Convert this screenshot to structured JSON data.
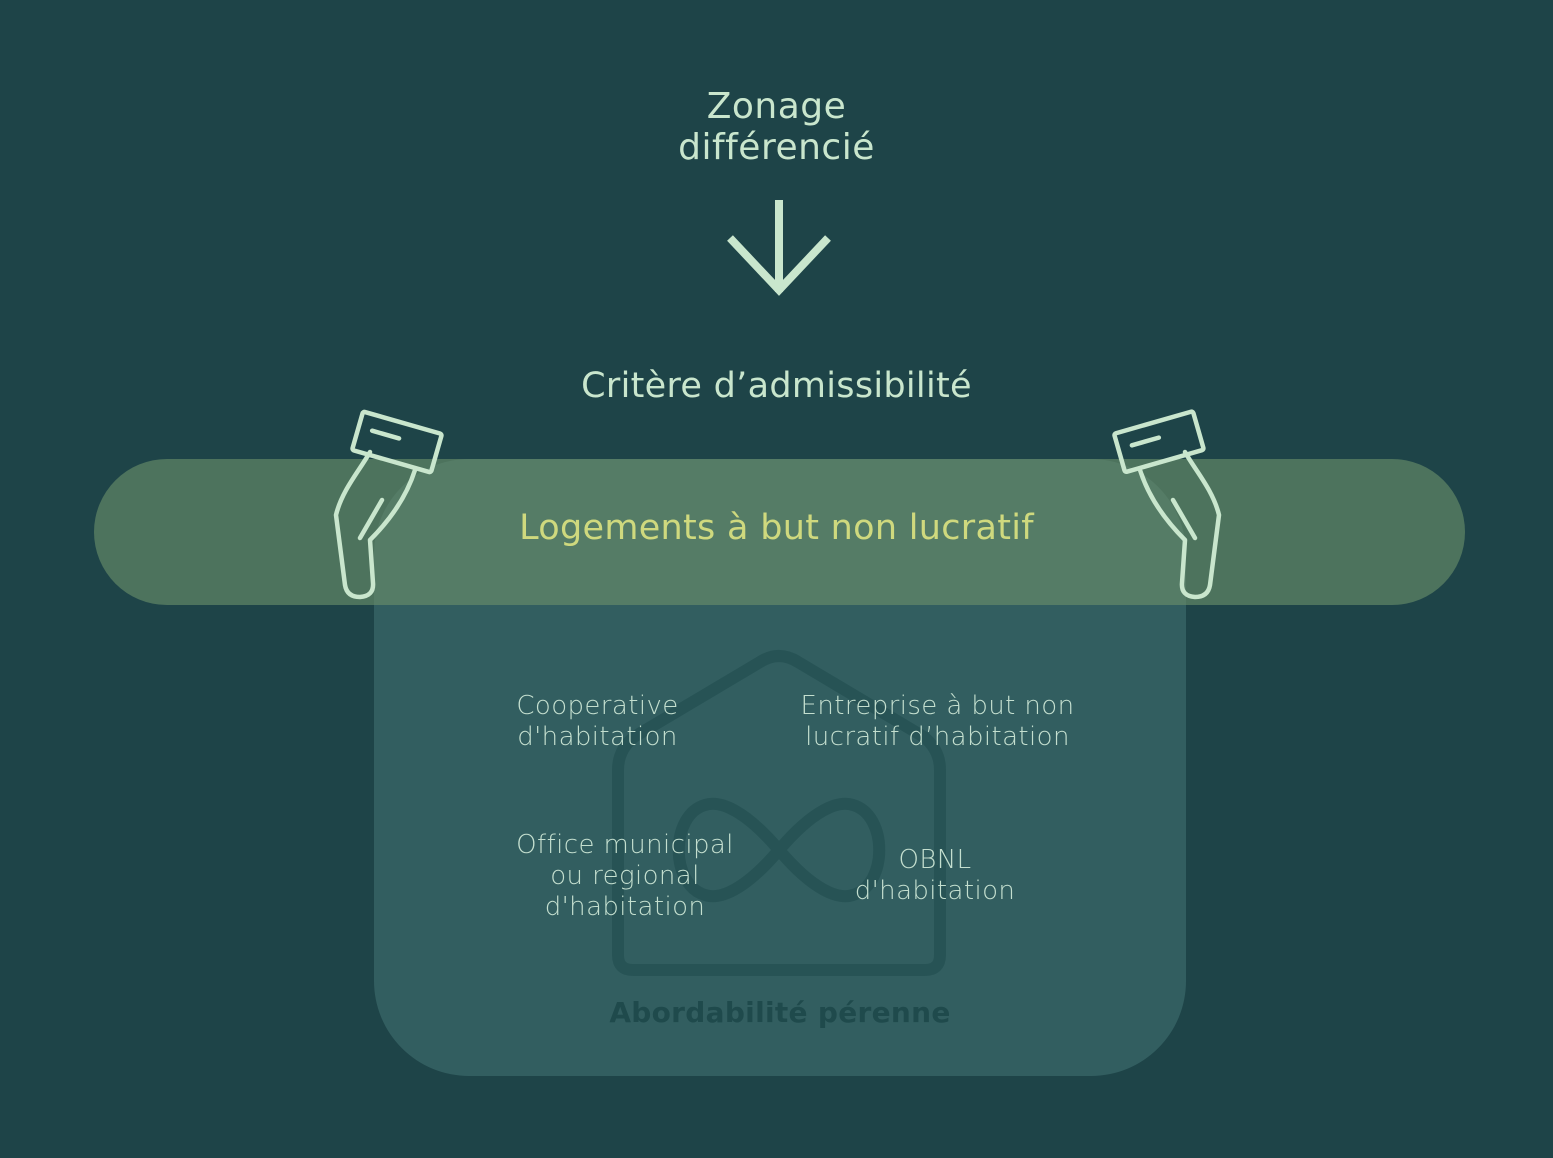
{
  "title": {
    "line1": "Zonage",
    "line2": "différencié"
  },
  "criterion": "Critère d’admissibilité",
  "band_label": "Logements à but non lucratif",
  "organizations": {
    "coop": {
      "line1": "Cooperative",
      "line2": "d'habitation"
    },
    "enterprise": {
      "line1": "Entreprise à but non",
      "line2": "lucratif d’habitation"
    },
    "office": {
      "line1": "Office municipal",
      "line2": "ou regional",
      "line3": "d'habitation"
    },
    "obnl": {
      "line1": "OBNL",
      "line2": "d'habitation"
    }
  },
  "footer": "Abordabilité pérenne",
  "colors": {
    "background": "#1e4448",
    "title_text": "#c9e6cd",
    "band_label": "#cfd97e",
    "band_fill": "#6a8f6b",
    "house_fill": "#3d6a6b",
    "icon_stroke": "#c9e6cd"
  },
  "icons": [
    "arrow-down-icon",
    "hand-holding-card-left-icon",
    "hand-holding-card-right-icon",
    "house-infinity-icon"
  ]
}
